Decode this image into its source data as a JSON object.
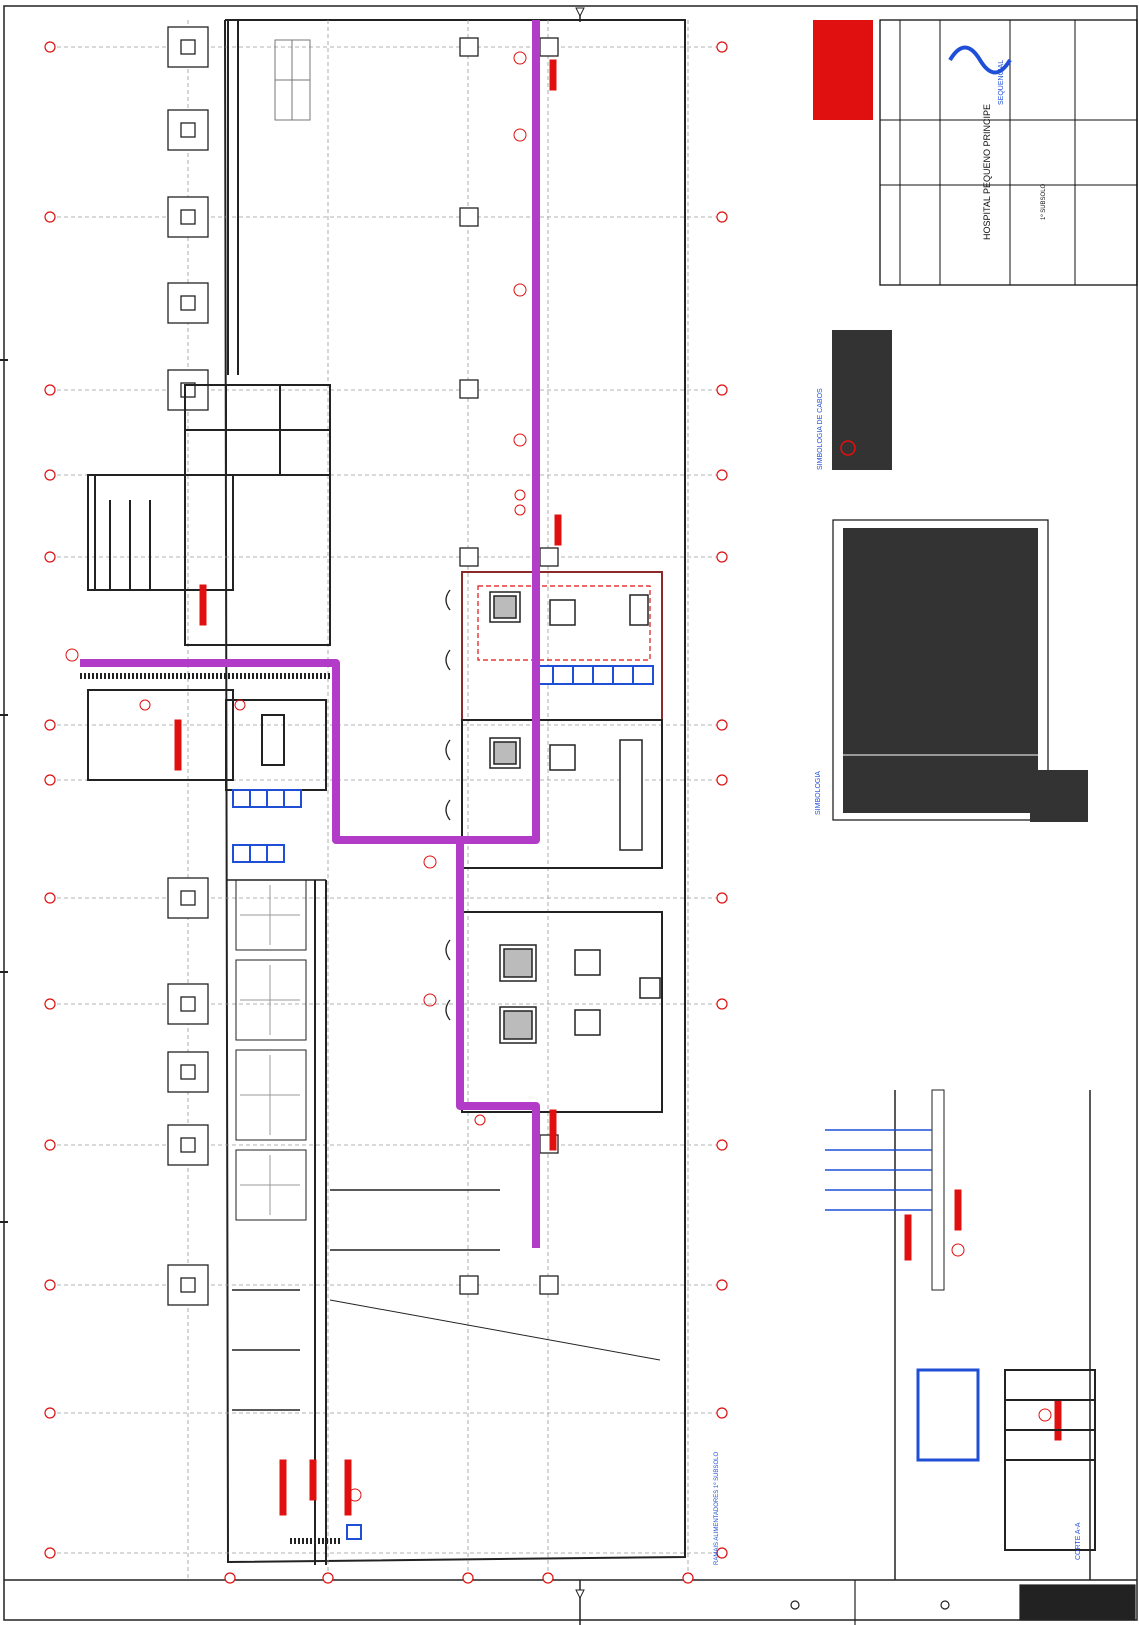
{
  "title_block": {
    "project": "HOSPITAL PEQUENO PRINCIPE",
    "sheet": "1º SUBSOLO",
    "company": "SEQUENCIAL"
  },
  "legends": {
    "symbology": "SIMBOLOGIA",
    "cable_symbology": "SIMBOLOGIA DE CABOS"
  },
  "drawing": {
    "plan_label": "RAMAIS ALIMENTADORES 1º SUBSOLO",
    "section_label": "CORTE A-A"
  },
  "colors": {
    "tray": "#b23cc8",
    "annotation": "#e01010",
    "equipment": "#1f4fd6",
    "grid": "#9a9a9a",
    "walls": "#222222"
  }
}
